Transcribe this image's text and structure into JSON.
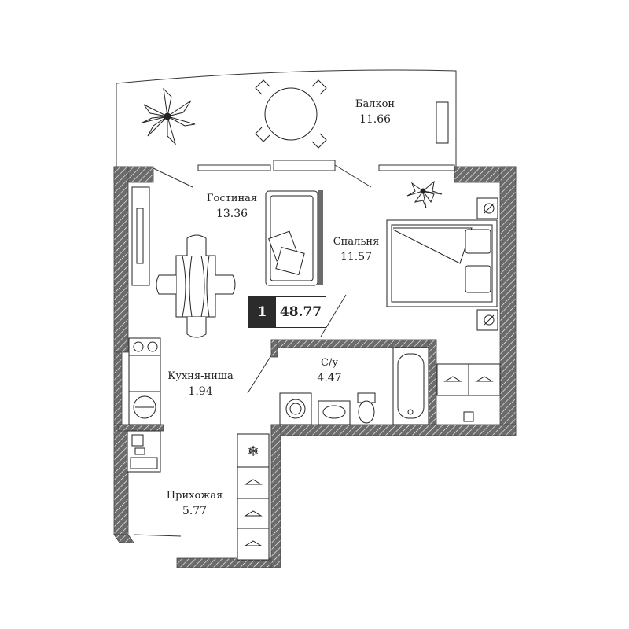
{
  "colors": {
    "wall": "#6b6b6b",
    "wall_hatch": "#ffffff",
    "line": "#333333",
    "badge_dark": "#2b2b2b"
  },
  "summary": {
    "rooms_count": "1",
    "total_area": "48.77"
  },
  "rooms": {
    "balcony": {
      "name": "Балкон",
      "area": "11.66"
    },
    "living": {
      "name": "Гостиная",
      "area": "13.36"
    },
    "bedroom": {
      "name": "Спальня",
      "area": "11.57"
    },
    "bathroom": {
      "name": "С/у",
      "area": "4.47"
    },
    "kitchen": {
      "name": "Кухня-ниша",
      "area": "1.94"
    },
    "hallway": {
      "name": "Прихожая",
      "area": "5.77"
    }
  },
  "icons": [
    "palm-plant-icon",
    "round-table-icon",
    "flower-icon",
    "sofa-icon",
    "dining-table-icon",
    "double-bed-icon",
    "bathtub-icon",
    "washing-machine-icon",
    "sink-icon",
    "toilet-icon",
    "stove-icon",
    "kitchen-sink-icon",
    "fridge-icon",
    "snowflake-icon",
    "hanger-icon",
    "tv-icon",
    "lamp-icon",
    "wardrobe-icon"
  ]
}
